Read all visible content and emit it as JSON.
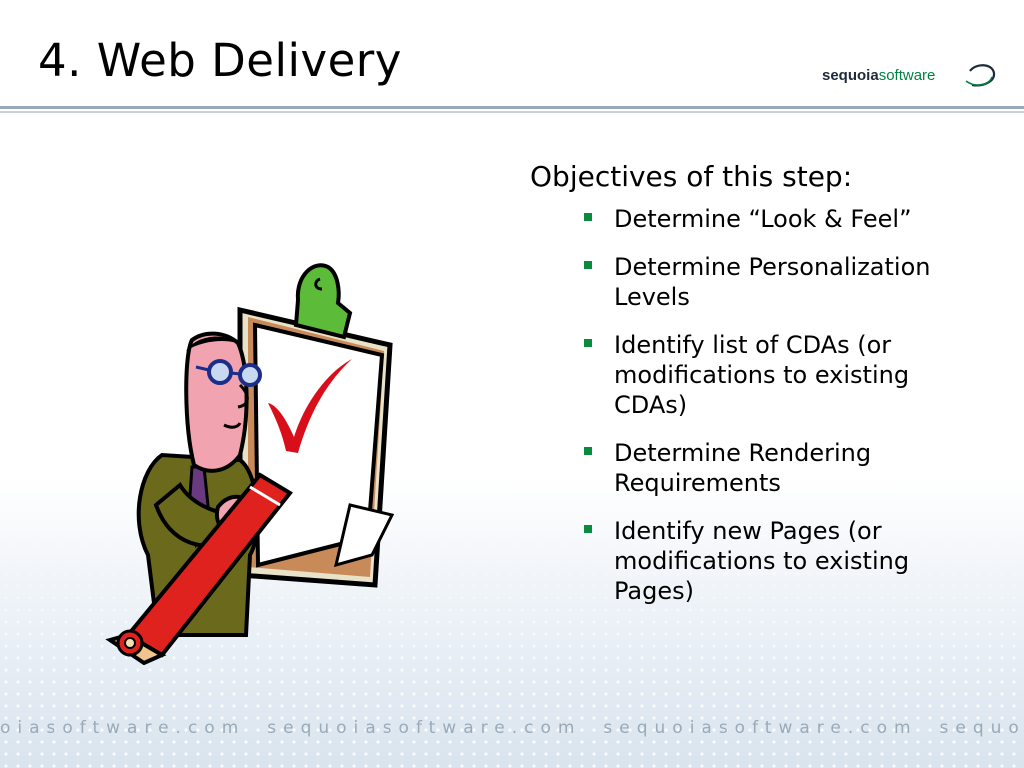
{
  "slide": {
    "title": "4. Web Delivery",
    "logo": {
      "part_bold": "sequoia",
      "part_light": "software",
      "colors": {
        "bold": "#1d2b3a",
        "light": "#008244"
      }
    },
    "objectives_heading": "Objectives of this step:",
    "bullets": [
      "Determine “Look & Feel”",
      "Determine Personalization Levels",
      "Identify list of CDAs (or modifications to existing CDAs)",
      "Determine Rendering Requirements",
      "Identify new Pages (or modifications to existing Pages)"
    ],
    "footer_watermark": [
      "oiasoftware.com",
      "sequoiasoftware.com",
      "sequoiasoftware.com",
      "sequoiasoftware.c"
    ],
    "accent_color": "#0a8a3c",
    "clipart": "person-with-checklist-and-pencil"
  }
}
